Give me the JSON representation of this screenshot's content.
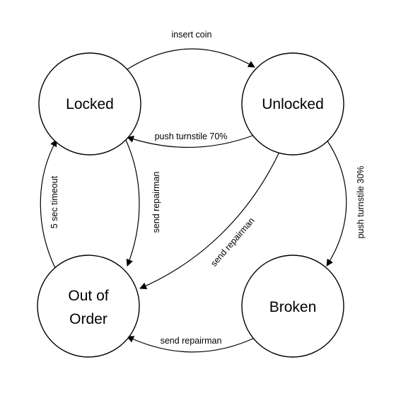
{
  "diagram": {
    "states": {
      "locked": "Locked",
      "unlocked": "Unlocked",
      "out_of_order_line1": "Out of",
      "out_of_order_line2": "Order",
      "broken": "Broken"
    },
    "transitions": {
      "insert_coin": "insert coin",
      "push_turnstile_70": "push turnstile 70%",
      "push_turnstile_30": "push turnstile 30%",
      "send_repairman_locked": "send repairman",
      "send_repairman_unlocked": "send repairman",
      "send_repairman_broken": "send repairman",
      "five_sec_timeout": "5 sec timeout"
    }
  }
}
